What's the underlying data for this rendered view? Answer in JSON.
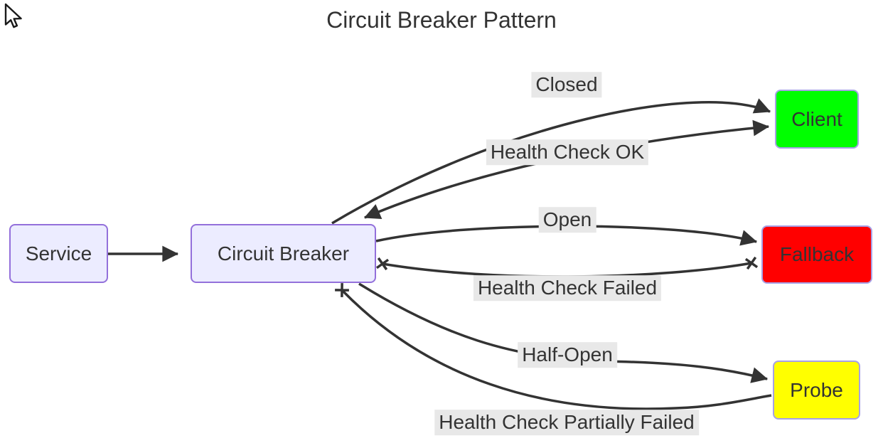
{
  "diagram": {
    "title": "Circuit Breaker Pattern",
    "background": "#ffffff",
    "edge_color": "#333333",
    "edge_label_background": "#e8e8e8",
    "text_color": "#333333",
    "nodes": [
      {
        "id": "service",
        "label": "Service",
        "fill": "#ECECFF",
        "border": "#9370DB"
      },
      {
        "id": "circuit-breaker",
        "label": "Circuit Breaker",
        "fill": "#ECECFF",
        "border": "#9370DB"
      },
      {
        "id": "client",
        "label": "Client",
        "fill": "#00FF00",
        "border": "#a7a1e6"
      },
      {
        "id": "fallback",
        "label": "Fallback",
        "fill": "#FF0000",
        "border": "#a7a1e6"
      },
      {
        "id": "probe",
        "label": "Probe",
        "fill": "#FFFF00",
        "border": "#a7a1e6"
      }
    ],
    "edges": [
      {
        "from": "service",
        "to": "circuit-breaker",
        "label": "",
        "markers": "arrow-at-end"
      },
      {
        "from": "circuit-breaker",
        "to": "client",
        "label": "Closed",
        "markers": "arrow-at-end"
      },
      {
        "from": "client",
        "to": "circuit-breaker",
        "label": "Health Check OK",
        "markers": "arrow-at-both-ends"
      },
      {
        "from": "circuit-breaker",
        "to": "fallback",
        "label": "Open",
        "markers": "arrow-at-end"
      },
      {
        "from": "fallback",
        "to": "circuit-breaker",
        "label": "Health Check Failed",
        "markers": "cross-at-both-ends"
      },
      {
        "from": "circuit-breaker",
        "to": "probe",
        "label": "Half-Open",
        "markers": "arrow-at-end"
      },
      {
        "from": "probe",
        "to": "circuit-breaker",
        "label": "Health Check Partially Failed",
        "markers": "cross-at-end"
      }
    ]
  }
}
